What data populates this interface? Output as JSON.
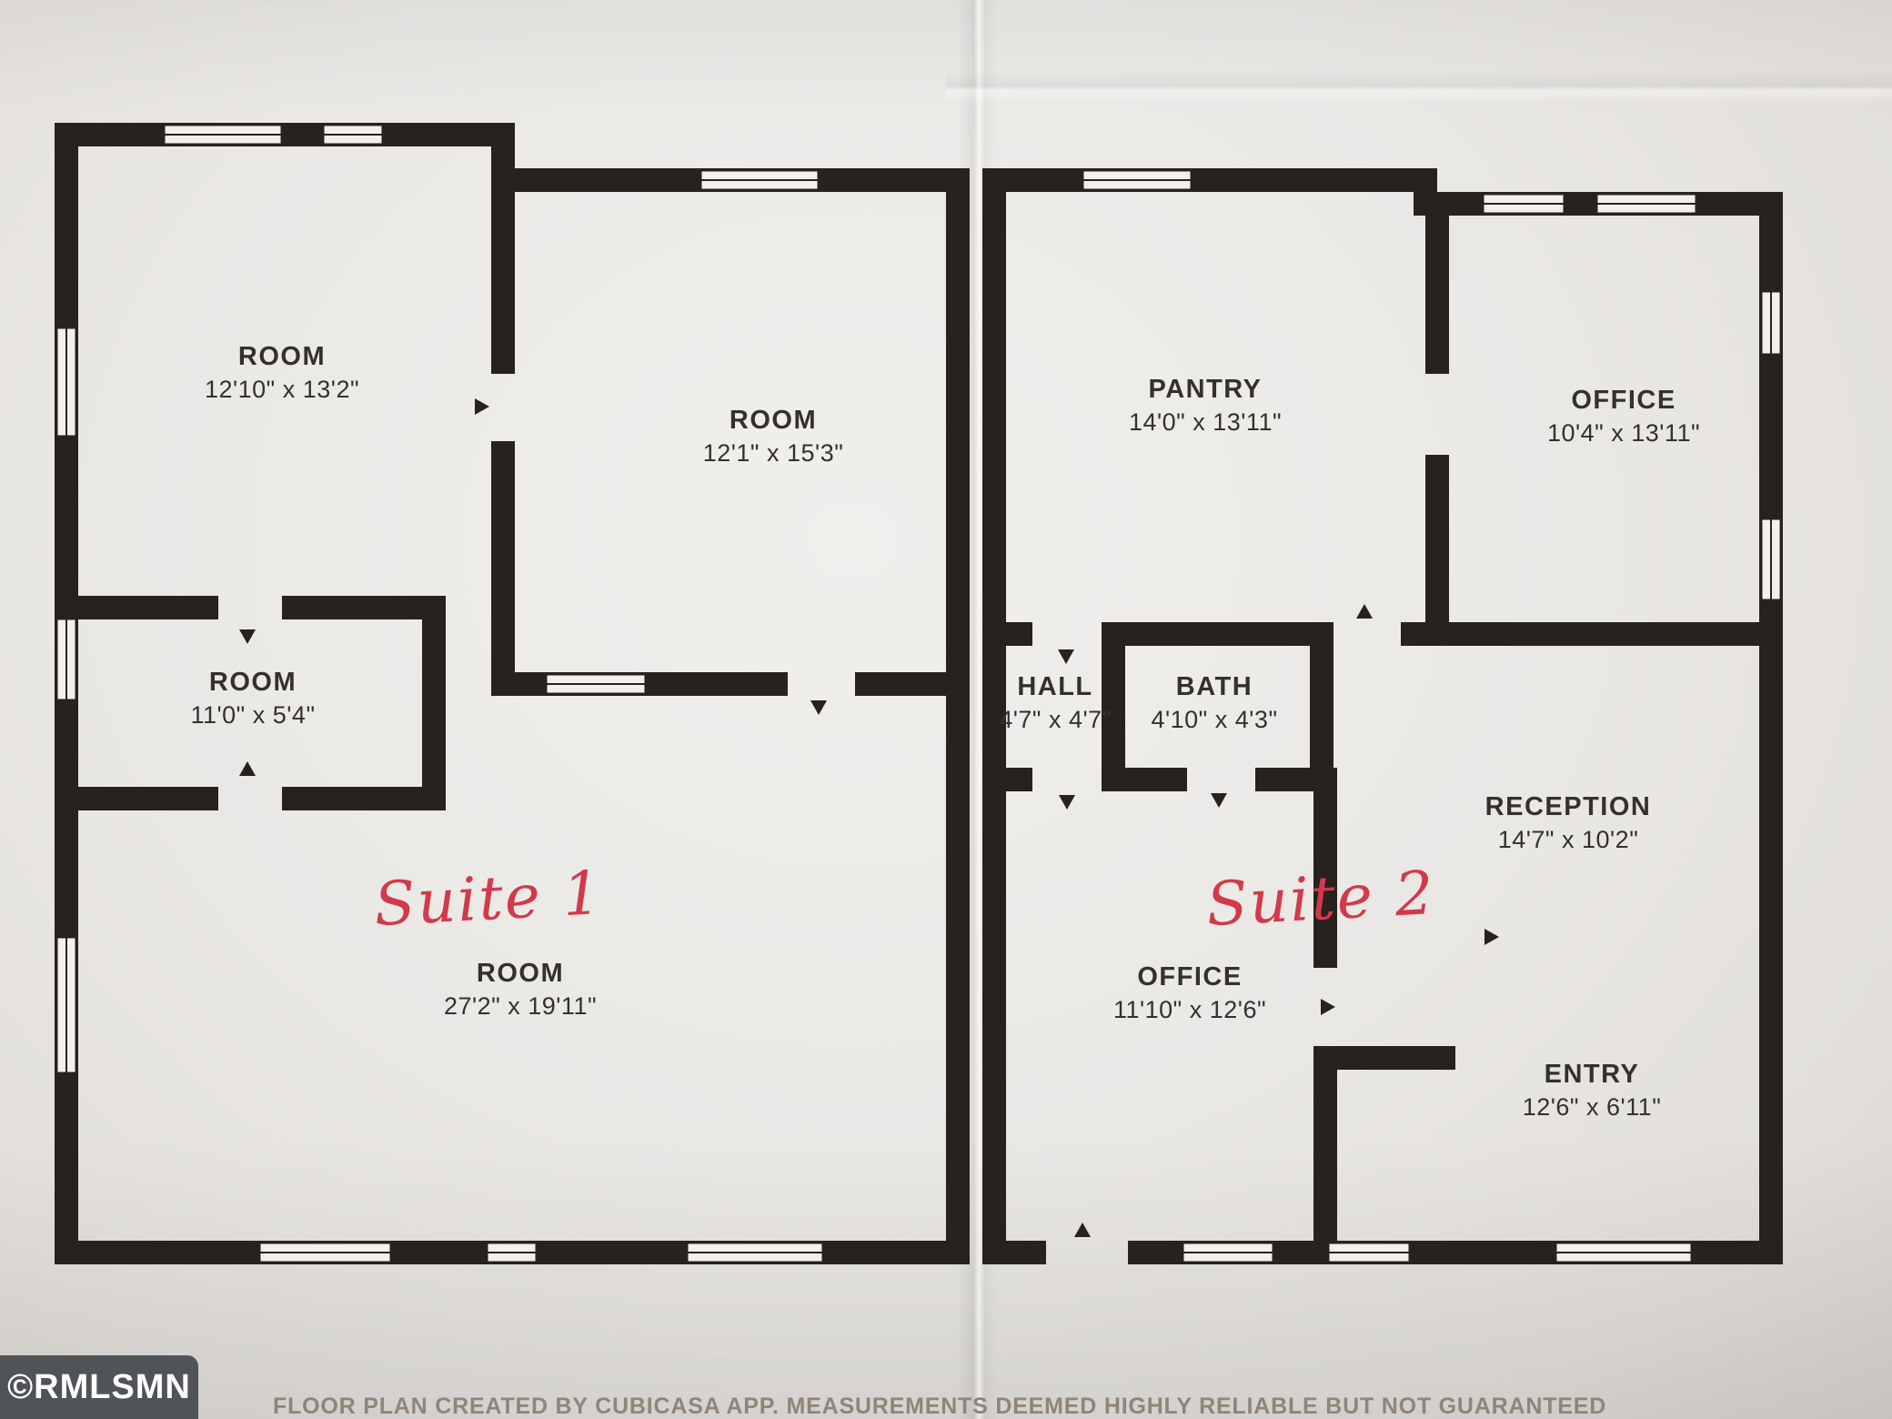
{
  "rooms": [
    {
      "id": "room-1",
      "label": "ROOM",
      "dims": "12'10\" x 13'2\""
    },
    {
      "id": "room-2",
      "label": "ROOM",
      "dims": "12'1\" x 15'3\""
    },
    {
      "id": "room-3",
      "label": "ROOM",
      "dims": "11'0\" x 5'4\""
    },
    {
      "id": "room-4",
      "label": "ROOM",
      "dims": "27'2\" x 19'11\""
    },
    {
      "id": "pantry",
      "label": "PANTRY",
      "dims": "14'0\" x 13'11\""
    },
    {
      "id": "office-1",
      "label": "OFFICE",
      "dims": "10'4\" x 13'11\""
    },
    {
      "id": "hall",
      "label": "HALL",
      "dims": "4'7\" x 4'7\""
    },
    {
      "id": "bath",
      "label": "BATH",
      "dims": "4'10\" x 4'3\""
    },
    {
      "id": "reception",
      "label": "RECEPTION",
      "dims": "14'7\" x 10'2\""
    },
    {
      "id": "office-2",
      "label": "OFFICE",
      "dims": "11'10\" x 12'6\""
    },
    {
      "id": "entry",
      "label": "ENTRY",
      "dims": "12'6\" x 6'11\""
    }
  ],
  "annotations": {
    "suite1": "Suite 1",
    "suite2": "Suite 2"
  },
  "footer": {
    "caption": "FLOOR PLAN CREATED BY CUBICASA APP. MEASUREMENTS DEEMED HIGHLY RELIABLE BUT NOT GUARANTEED"
  },
  "watermark": {
    "text": "©RMLSMN"
  },
  "colors": {
    "wall": "#27221e",
    "paper": "#eae8e5",
    "handwriting_red": "#d23a4b",
    "caption_text": "#8f8578",
    "watermark_bg": "#3e4248",
    "watermark_text": "#ffffff"
  }
}
